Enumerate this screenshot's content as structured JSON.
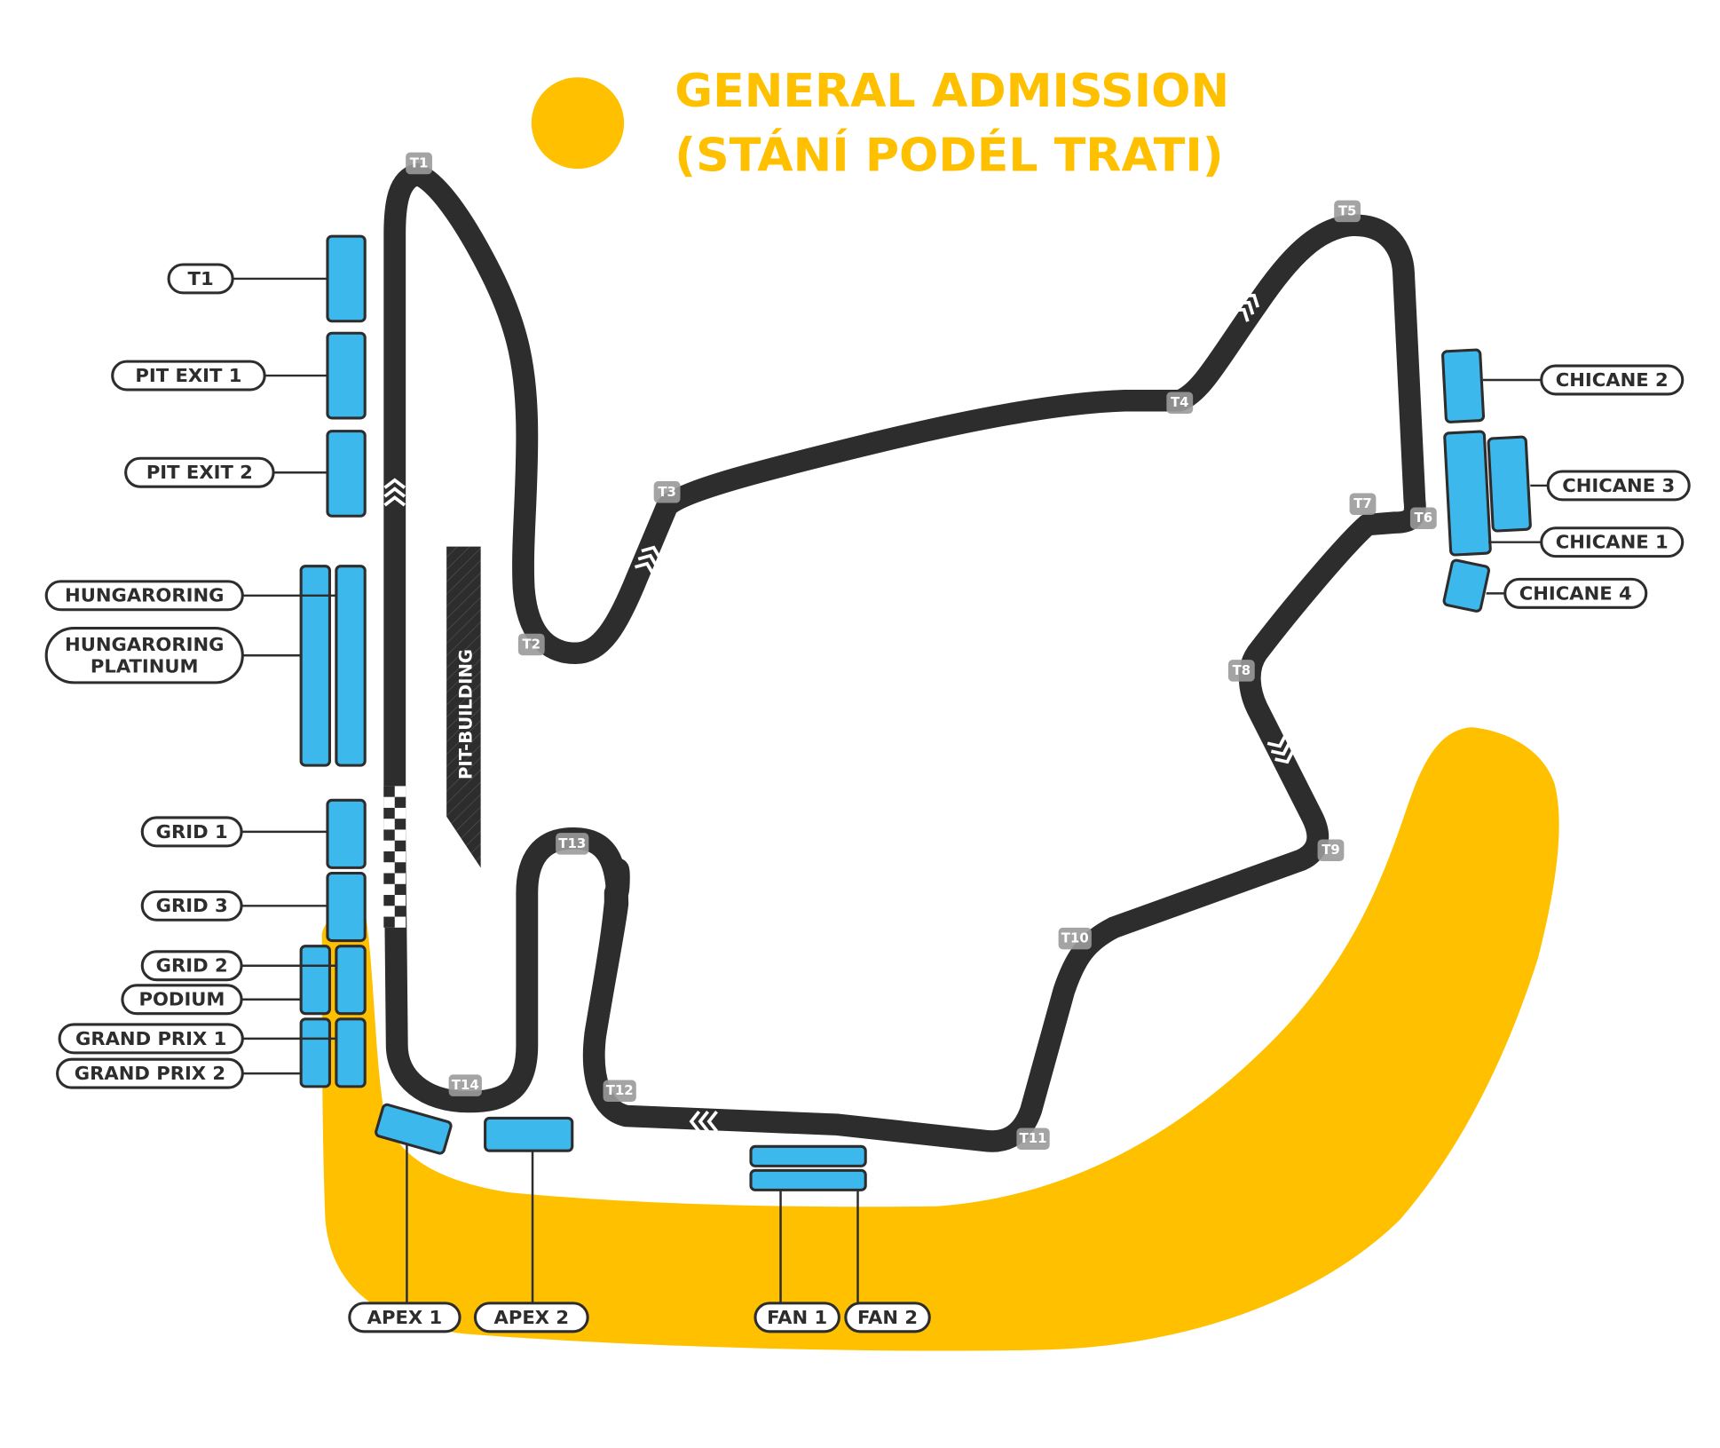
{
  "legend": {
    "title_line1": "GENERAL ADMISSION",
    "title_line2": "(STÁNÍ PODÉL TRATI)",
    "color": "#ffc000"
  },
  "colors": {
    "track": "#2d2d2d",
    "stand": "#3db8ec",
    "general_admission": "#ffc000",
    "turn_badge": "#9a9a9a"
  },
  "pit_building": {
    "label": "PIT-BUILDING"
  },
  "turns": [
    "T1",
    "T2",
    "T3",
    "T4",
    "T5",
    "T6",
    "T7",
    "T8",
    "T9",
    "T10",
    "T11",
    "T12",
    "T13",
    "T14"
  ],
  "grandstands": {
    "left": [
      "T1",
      "PIT EXIT 1",
      "PIT EXIT 2",
      "HUNGARORING",
      "HUNGARORING PLATINUM",
      "GRID 1",
      "GRID 3",
      "GRID 2",
      "PODIUM",
      "GRAND PRIX 1",
      "GRAND PRIX 2"
    ],
    "hungaroring_platinum_lines": [
      "HUNGARORING",
      "PLATINUM"
    ],
    "right": [
      "CHICANE 2",
      "CHICANE 3",
      "CHICANE 1",
      "CHICANE 4"
    ],
    "bottom": [
      "APEX 1",
      "APEX 2",
      "FAN 1",
      "FAN 2"
    ]
  }
}
